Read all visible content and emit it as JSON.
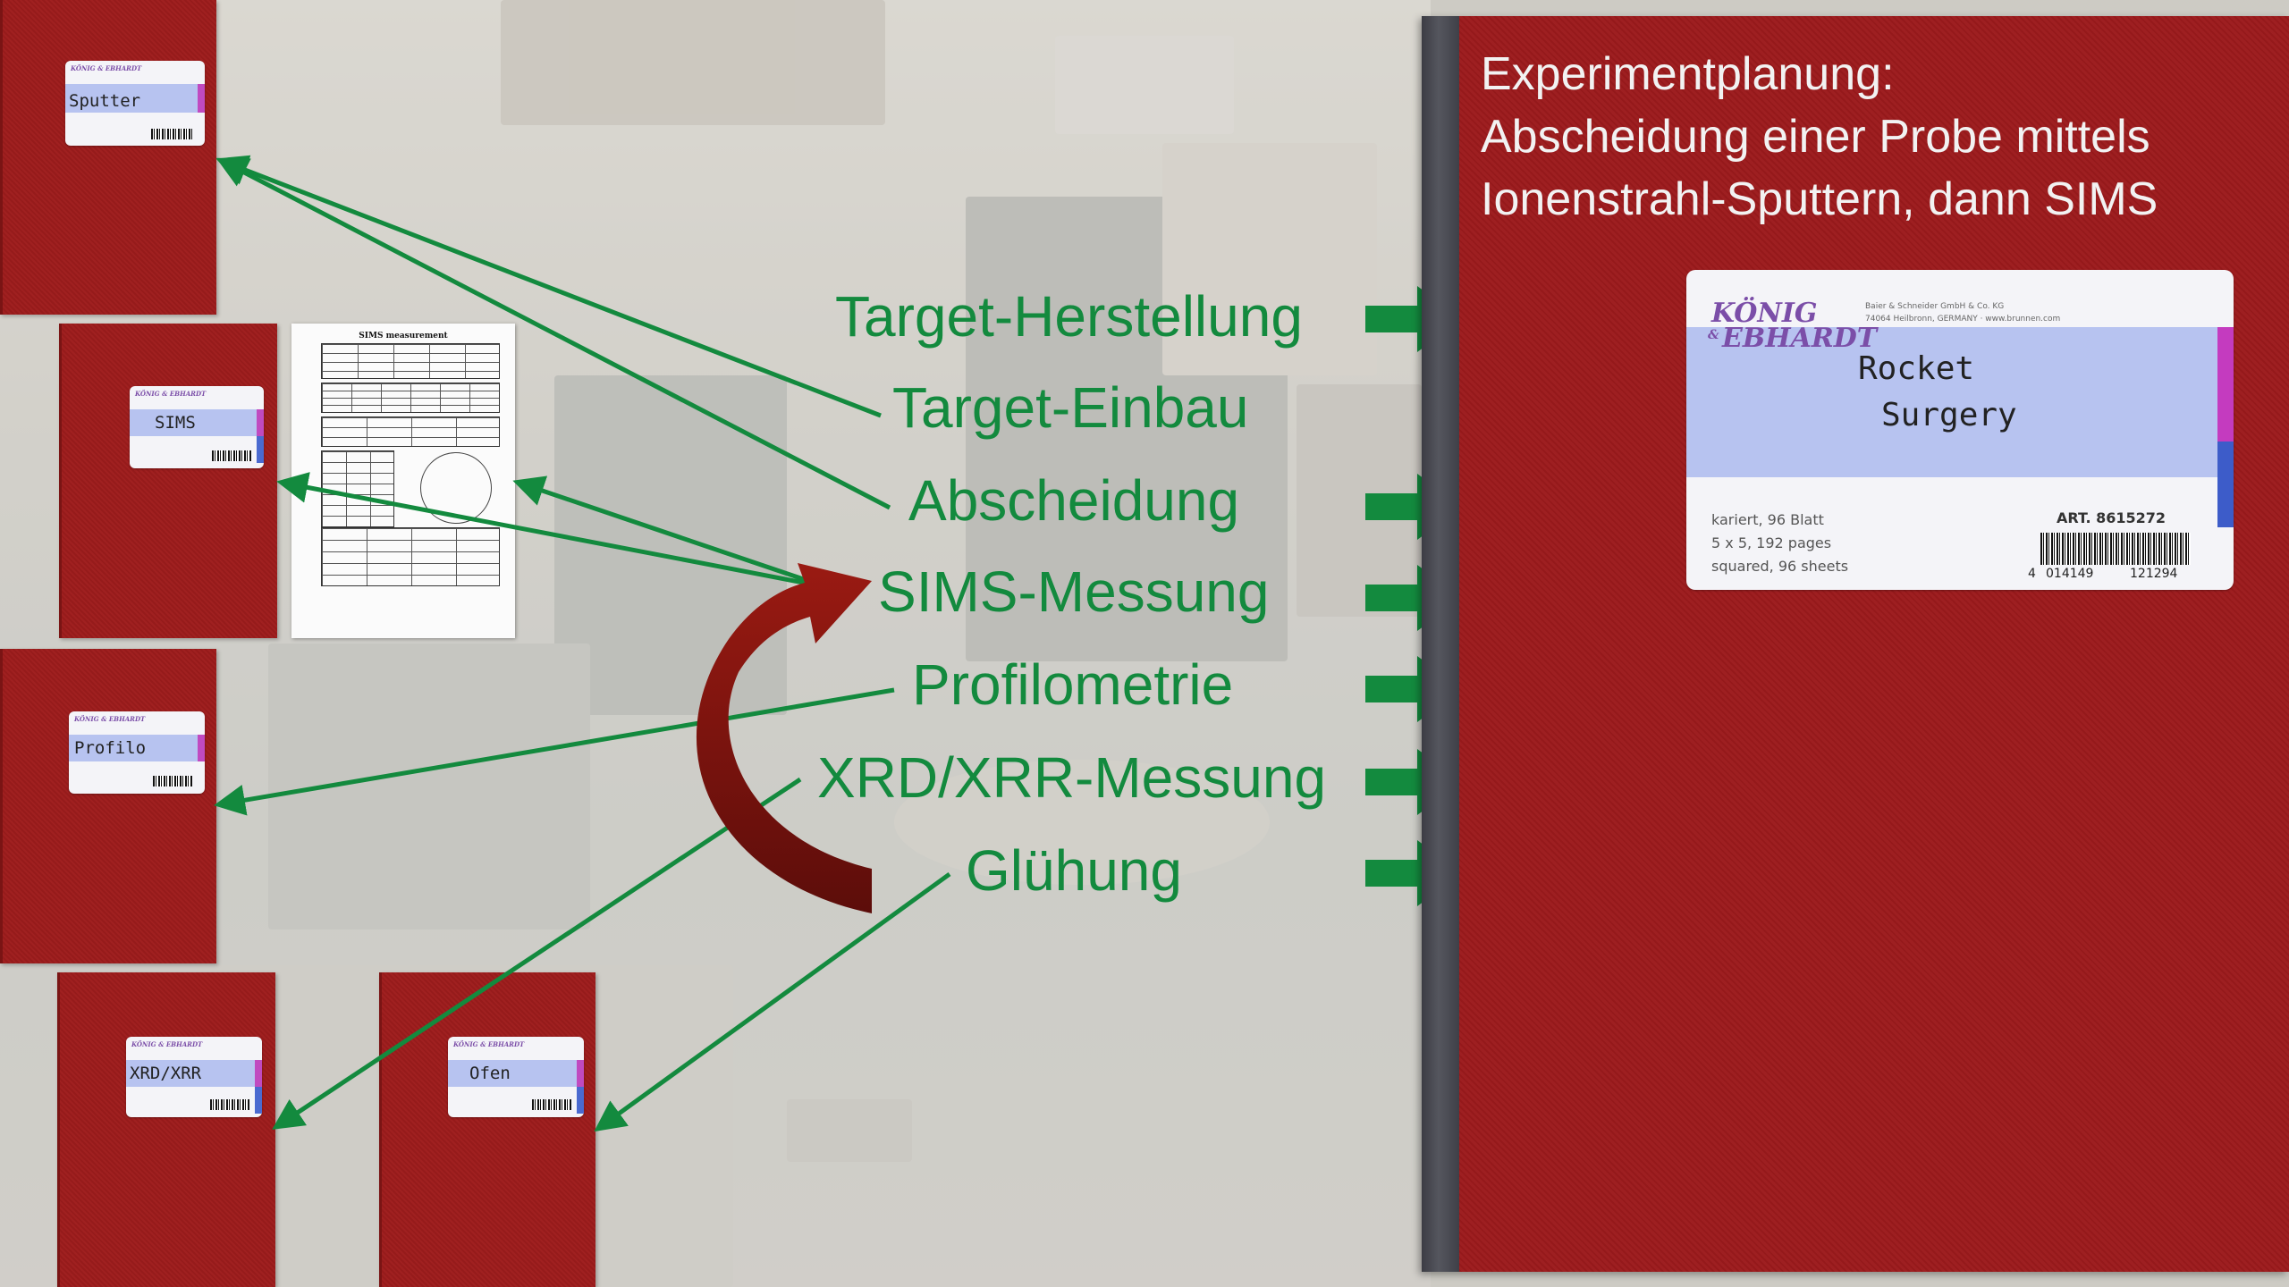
{
  "notebooks": [
    {
      "label": "Sputter",
      "brand": "KÖNIG & EBHARDT"
    },
    {
      "label": "SIMS",
      "brand": "KÖNIG & EBHARDT"
    },
    {
      "label": "Profilo",
      "brand": "KÖNIG & EBHARDT"
    },
    {
      "label": "XRD/XRR",
      "brand": "KÖNIG & EBHARDT"
    },
    {
      "label": "Ofen",
      "brand": "KÖNIG & EBHARDT"
    }
  ],
  "sheet": {
    "title": "SIMS measurement"
  },
  "steps": [
    "Target-Herstellung",
    "Target-Einbau",
    "Abscheidung",
    "SIMS-Messung",
    "Profilometrie",
    "XRD/XRR-Messung",
    "Glühung"
  ],
  "main_notebook": {
    "title_lines": [
      "Experimentplanung:",
      "Abscheidung einer Probe mittels",
      "Ionenstrahl-Sputtern, dann SIMS"
    ],
    "brand_line1": "KÖNIG",
    "brand_line2": "EBHARDT",
    "brand_amp": "&",
    "company_line1": "Baier & Schneider GmbH & Co. KG",
    "company_line2": "74064 Heilbronn, GERMANY · www.brunnen.com",
    "label_line1": "Rocket",
    "label_line2": "Surgery",
    "info1": "kariert, 96 Blatt",
    "info2": "5 x 5, 192 pages",
    "info3": "squared, 96 sheets",
    "art": "ART. 8615272",
    "barcode_a": "4",
    "barcode_b": "014149",
    "barcode_c": "121294"
  },
  "colors": {
    "arrow_green": "#138a3e",
    "notebook_red": "#9c1a1c",
    "loop_arrow": "#7c1410"
  }
}
